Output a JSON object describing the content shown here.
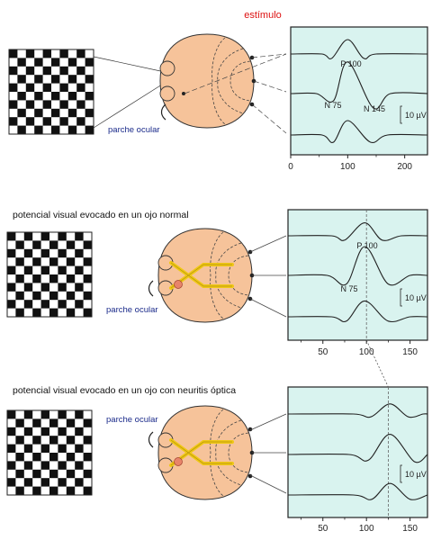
{
  "stimulus_label": "estímulo",
  "eye_patch_label": "parche ocular",
  "panel2_caption": "potencial visual evocado en un ojo normal",
  "panel3_caption": "potencial visual evocado en un ojo con neuritis óptica",
  "amplitude_scale": "10 µV",
  "colors": {
    "stimulus_label": "#dd1111",
    "eye_patch_label": "#1a2a8a",
    "plot_bg": "#d9f3ef",
    "head_fill": "#f6c39a",
    "optic_path": "#f0c814",
    "lesion": "#e8846a"
  },
  "checkerboard": {
    "rows": 10,
    "cols": 10
  },
  "chart_data": [
    {
      "type": "line",
      "title": "",
      "xlabel": "",
      "ylabel": "",
      "xlim": [
        0,
        240
      ],
      "x_ticks": [
        "0",
        "100",
        "200"
      ],
      "x_tick_values": [
        0,
        100,
        200
      ],
      "peak_labels": [
        "P 100",
        "N 75",
        "N 145"
      ],
      "series": [
        {
          "values": [
            [
              0,
              0
            ],
            [
              55,
              0
            ],
            [
              72,
              -3
            ],
            [
              100,
              10
            ],
            [
              128,
              -3
            ],
            [
              150,
              0
            ],
            [
              240,
              0
            ]
          ]
        },
        {
          "values": [
            [
              0,
              0
            ],
            [
              45,
              0
            ],
            [
              75,
              -5
            ],
            [
              100,
              22
            ],
            [
              145,
              -10
            ],
            [
              175,
              0
            ],
            [
              240,
              0
            ]
          ]
        },
        {
          "values": [
            [
              0,
              0
            ],
            [
              55,
              0
            ],
            [
              75,
              -5
            ],
            [
              100,
              10
            ],
            [
              140,
              -5
            ],
            [
              170,
              0
            ],
            [
              240,
              0
            ]
          ]
        }
      ]
    },
    {
      "type": "line",
      "title": "",
      "xlabel": "",
      "ylabel": "",
      "xlim": [
        10,
        170
      ],
      "x_ticks": [
        "50",
        "100",
        "150"
      ],
      "x_tick_values": [
        50,
        100,
        150
      ],
      "marker_x": 100,
      "peak_labels": [
        "P 100",
        "N 75"
      ],
      "series": [
        {
          "values": [
            [
              10,
              0
            ],
            [
              60,
              0
            ],
            [
              75,
              -3
            ],
            [
              98,
              9
            ],
            [
              118,
              -3
            ],
            [
              140,
              0
            ],
            [
              170,
              0
            ]
          ]
        },
        {
          "values": [
            [
              10,
              0
            ],
            [
              55,
              0
            ],
            [
              77,
              -6
            ],
            [
              98,
              20
            ],
            [
              125,
              -6
            ],
            [
              150,
              0
            ],
            [
              170,
              0
            ]
          ]
        },
        {
          "values": [
            [
              10,
              0
            ],
            [
              60,
              0
            ],
            [
              77,
              -3
            ],
            [
              98,
              11
            ],
            [
              125,
              -3
            ],
            [
              150,
              0
            ],
            [
              170,
              0
            ]
          ]
        }
      ]
    },
    {
      "type": "line",
      "title": "",
      "xlabel": "",
      "ylabel": "",
      "xlim": [
        10,
        170
      ],
      "x_ticks": [
        "50",
        "100",
        "150"
      ],
      "x_tick_values": [
        50,
        100,
        150
      ],
      "marker_x": 125,
      "series": [
        {
          "values": [
            [
              10,
              0
            ],
            [
              85,
              0
            ],
            [
              105,
              -2
            ],
            [
              127,
              7
            ],
            [
              148,
              -2
            ],
            [
              165,
              0
            ],
            [
              170,
              0
            ]
          ]
        },
        {
          "values": [
            [
              10,
              0
            ],
            [
              80,
              0
            ],
            [
              102,
              -4
            ],
            [
              127,
              14
            ],
            [
              155,
              -5
            ],
            [
              170,
              0
            ]
          ]
        },
        {
          "values": [
            [
              10,
              0
            ],
            [
              85,
              0
            ],
            [
              106,
              -3
            ],
            [
              127,
              8
            ],
            [
              150,
              -3
            ],
            [
              170,
              0
            ]
          ]
        }
      ]
    }
  ]
}
